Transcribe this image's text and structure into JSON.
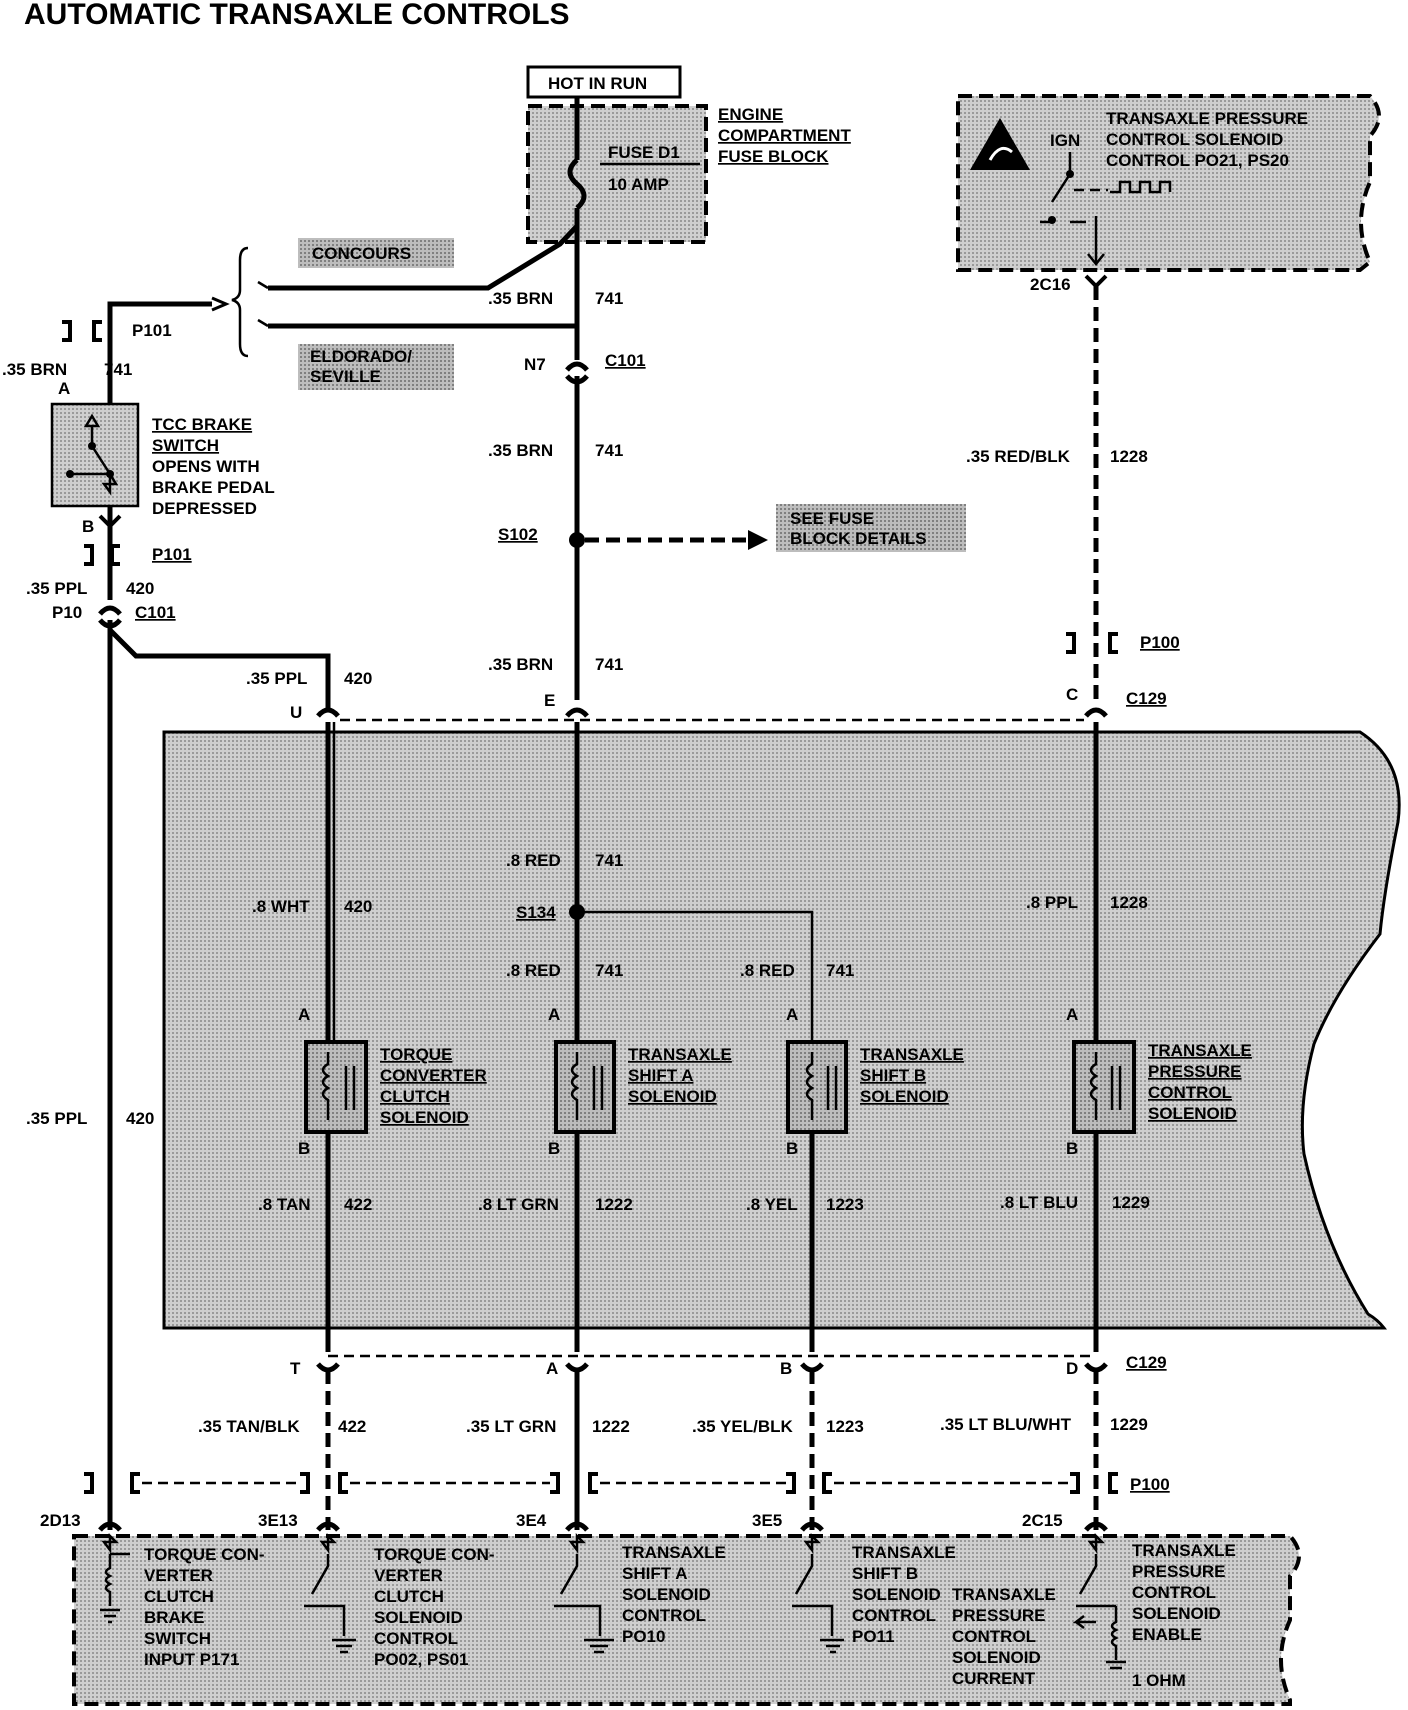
{
  "title": "AUTOMATIC TRANSAXLE CONTROLS",
  "power": {
    "hot_in_run": "HOT IN RUN",
    "fuse_name": "FUSE D1",
    "fuse_rating": "10 AMP",
    "fuse_block": [
      "ENGINE",
      "COMPARTMENT",
      "FUSE BLOCK"
    ]
  },
  "variants": {
    "concours": "CONCOURS",
    "eldorado": [
      "ELDORADO/",
      "SEVILLE"
    ]
  },
  "pcm_top": {
    "label": [
      "TRANSAXLE PRESSURE",
      "CONTROL SOLENOID",
      "CONTROL PO21, PS20"
    ],
    "ign": "IGN",
    "pin": "2C16"
  },
  "brake_switch": {
    "label": [
      "TCC BRAKE",
      "SWITCH",
      "OPENS WITH",
      "BRAKE PEDAL",
      "DEPRESSED"
    ],
    "pin_a": "A",
    "pin_b": "B"
  },
  "connectors": {
    "p101": "P101",
    "c101": "C101",
    "n7": "N7",
    "p10": "P10",
    "s102": "S102",
    "see_fuse": [
      "SEE FUSE",
      "BLOCK DETAILS"
    ],
    "p100": "P100",
    "c129": "C129",
    "s134": "S134"
  },
  "wires": {
    "w_35brn": ".35 BRN",
    "c741": "741",
    "w_35ppl": ".35 PPL",
    "c420": "420",
    "w_35redblk": ".35 RED/BLK",
    "c1228": "1228",
    "w_8red": ".8 RED",
    "w_8wht": ".8 WHT",
    "w_8ppl": ".8 PPL",
    "w_8tan": ".8 TAN",
    "c422": "422",
    "w_8ltgrn": ".8 LT GRN",
    "c1222": "1222",
    "w_8yel": ".8 YEL",
    "c1223": "1223",
    "w_8ltblu": ".8 LT BLU",
    "c1229": "1229",
    "w_35tanblk": ".35 TAN/BLK",
    "w_35ltgrn": ".35 LT GRN",
    "w_35yelblk": ".35 YEL/BLK",
    "w_35ltbluwht": ".35 LT BLU/WHT"
  },
  "pins": {
    "u": "U",
    "e": "E",
    "c": "C",
    "t": "T",
    "a": "A",
    "b": "B",
    "d": "D",
    "p2d13": "2D13",
    "p3e13": "3E13",
    "p3e4": "3E4",
    "p3e5": "3E5",
    "p2c15": "2C15"
  },
  "solenoids": {
    "tcc": [
      "TORQUE",
      "CONVERTER",
      "CLUTCH",
      "SOLENOID"
    ],
    "shift_a": [
      "TRANSAXLE",
      "SHIFT A",
      "SOLENOID"
    ],
    "shift_b": [
      "TRANSAXLE",
      "SHIFT B",
      "SOLENOID"
    ],
    "pressure": [
      "TRANSAXLE",
      "PRESSURE",
      "CONTROL",
      "SOLENOID"
    ]
  },
  "pcm_bottom": {
    "tcc_brake_input": [
      "TORQUE CON-",
      "VERTER",
      "CLUTCH",
      "BRAKE",
      "SWITCH",
      "INPUT P171"
    ],
    "tcc_control": [
      "TORQUE CON-",
      "VERTER",
      "CLUTCH",
      "SOLENOID",
      "CONTROL",
      "PO02, PS01"
    ],
    "shift_a_control": [
      "TRANSAXLE",
      "SHIFT A",
      "SOLENOID",
      "CONTROL",
      "PO10"
    ],
    "shift_b_control": [
      "TRANSAXLE",
      "SHIFT B",
      "SOLENOID",
      "CONTROL",
      "PO11"
    ],
    "pressure_current": [
      "TRANSAXLE",
      "PRESSURE",
      "CONTROL",
      "SOLENOID",
      "CURRENT"
    ],
    "pressure_enable": [
      "TRANSAXLE",
      "PRESSURE",
      "CONTROL",
      "SOLENOID",
      "ENABLE"
    ],
    "ohm": "1 OHM"
  }
}
